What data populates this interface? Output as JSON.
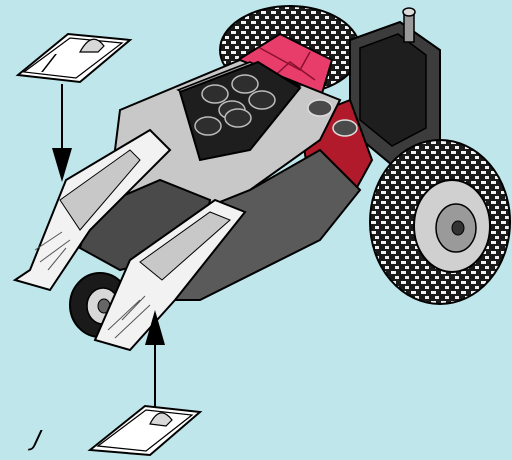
{
  "diagram": {
    "background_color": "#bfe6ea",
    "stickers": [
      {
        "id": "sticker-top",
        "symbol": "/"
      },
      {
        "id": "sticker-bottom",
        "symbol": "J"
      }
    ],
    "arrows": [
      {
        "id": "arrow-top",
        "direction": "down",
        "from": "sticker-top",
        "to": "left-fender"
      },
      {
        "id": "arrow-bottom",
        "direction": "up",
        "from": "sticker-bottom",
        "to": "right-fender"
      }
    ],
    "model": {
      "description_colors": {
        "body_light": "#c8c8c8",
        "body_dark": "#5a5a5a",
        "accent_red": "#c81e32",
        "accent_pink": "#e83d6a",
        "tire": "#1a1a1a"
      }
    }
  }
}
